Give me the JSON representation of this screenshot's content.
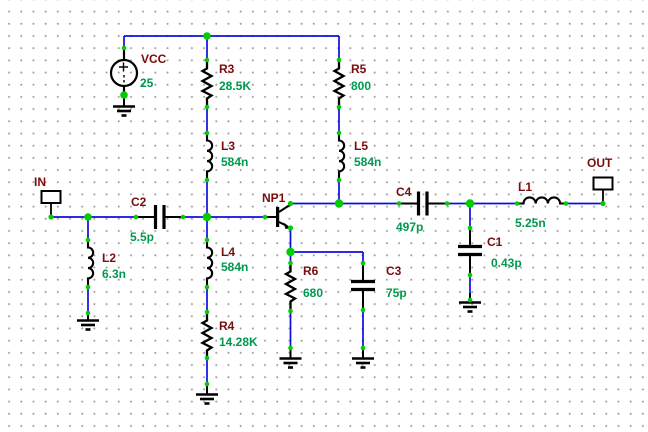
{
  "colors": {
    "background": "#FFFFFF",
    "grid_dot": "#9C9C9C",
    "wire": "#0E0EDC",
    "component": "#000000",
    "ref_label": "#7A0C0C",
    "value_label": "#009A4E",
    "pin": "#00CE00",
    "port_fill": "#FFFFFF"
  },
  "ports": {
    "in": {
      "label": "IN"
    },
    "out": {
      "label": "OUT"
    }
  },
  "components": {
    "vcc": {
      "ref": "VCC",
      "value": "25",
      "type": "dc-voltage-source"
    },
    "r3": {
      "ref": "R3",
      "value": "28.5K",
      "type": "resistor"
    },
    "r5": {
      "ref": "R5",
      "value": "800",
      "type": "resistor"
    },
    "l3": {
      "ref": "L3",
      "value": "584n",
      "type": "inductor"
    },
    "l5": {
      "ref": "L5",
      "value": "584n",
      "type": "inductor"
    },
    "c2": {
      "ref": "C2",
      "value": "5.5p",
      "type": "capacitor"
    },
    "l2": {
      "ref": "L2",
      "value": "6.3n",
      "type": "inductor"
    },
    "l4": {
      "ref": "L4",
      "value": "584n",
      "type": "inductor"
    },
    "r4": {
      "ref": "R4",
      "value": "14.28K",
      "type": "resistor"
    },
    "np1": {
      "ref": "NP1",
      "value": "",
      "type": "npn-bjt-transistor"
    },
    "r6": {
      "ref": "R6",
      "value": "680",
      "type": "resistor"
    },
    "c3": {
      "ref": "C3",
      "value": "75p",
      "type": "capacitor"
    },
    "c4": {
      "ref": "C4",
      "value": "497p",
      "type": "capacitor"
    },
    "c1": {
      "ref": "C1",
      "value": "0.43p",
      "type": "capacitor"
    },
    "l1": {
      "ref": "L1",
      "value": "5.25n",
      "type": "inductor"
    }
  }
}
